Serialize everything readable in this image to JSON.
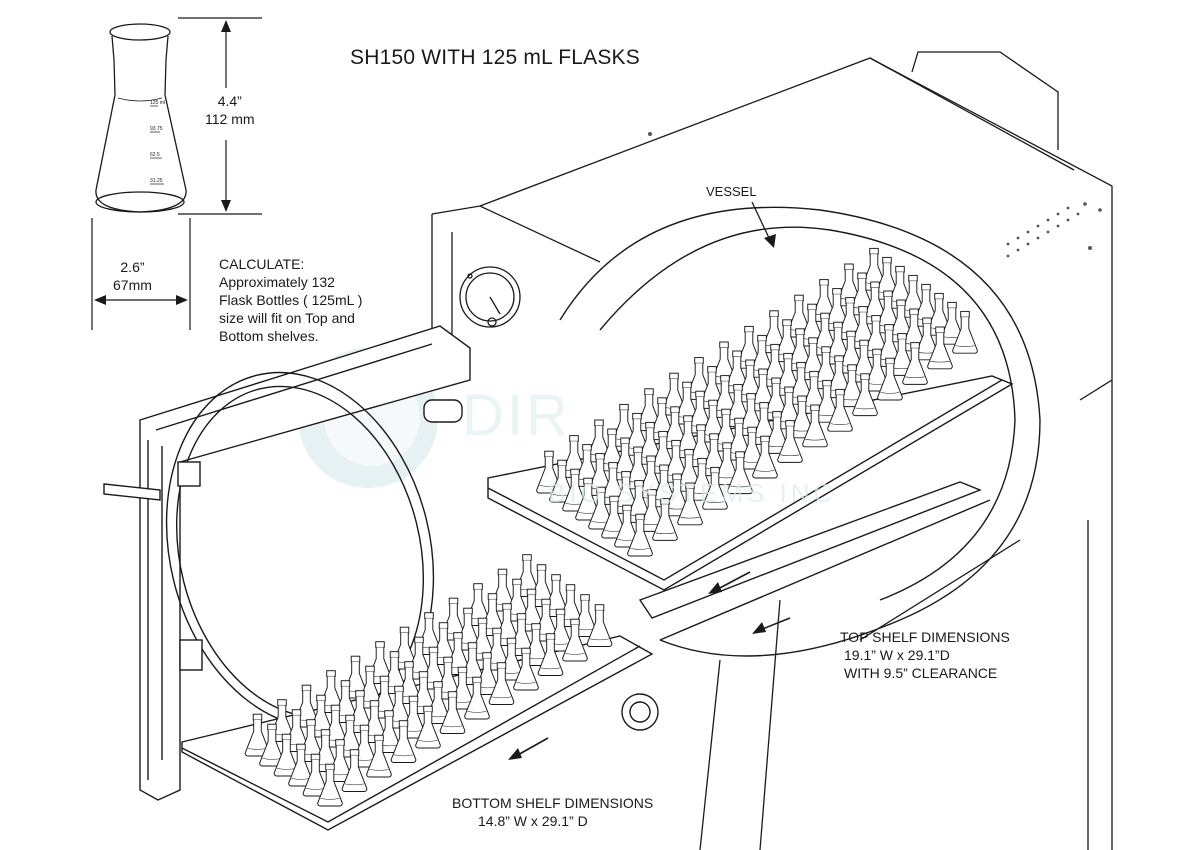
{
  "title": "SH150 WITH 125 mL FLASKS",
  "flask_dimensions": {
    "height_in": "4.4”",
    "height_mm": "112 mm",
    "width_in": "2.6”",
    "width_mm": "67mm"
  },
  "calculate": {
    "heading": "CALCULATE:",
    "line1": "Approximately  132",
    "line2": "Flask Bottles ( 125mL )",
    "line3": "size will fit on Top and",
    "line4": "Bottom shelves."
  },
  "vessel_label": "VESSEL",
  "top_shelf": {
    "heading": "TOP SHELF DIMENSIONS",
    "size": "19.1” W x 29.1”D",
    "clearance": "WITH 9.5” CLEARANCE"
  },
  "bottom_shelf": {
    "heading": "BOTTOM SHELF DIMENSIONS",
    "size": "14.8” W x 29.1” D"
  },
  "flask_graduations": [
    "125 ml",
    "93.75",
    "62.5",
    "31.25"
  ],
  "watermark": {
    "main": "DIR",
    "sub": "BIO SYSTEMS INC"
  },
  "colors": {
    "line": "#1a1a1a",
    "watermark": "#cfe6ea"
  }
}
